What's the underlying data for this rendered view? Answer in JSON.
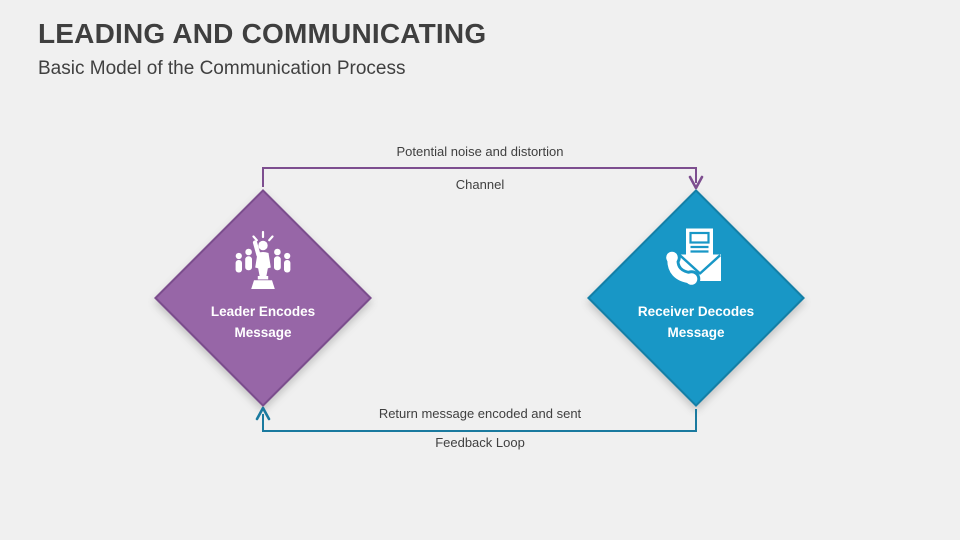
{
  "slide": {
    "title": "LEADING AND COMMUNICATING",
    "subtitle": "Basic Model of the Communication Process"
  },
  "diagram": {
    "nodes": [
      {
        "id": "leader",
        "label": "Leader Encodes Message",
        "icon": "leader-podium-icon"
      },
      {
        "id": "receiver",
        "label": "Receiver Decodes Message",
        "icon": "phone-envelope-icon"
      }
    ],
    "connectors": [
      {
        "id": "channel",
        "from": "leader",
        "to": "receiver",
        "label_above": "Potential noise and distortion",
        "label_below": "Channel"
      },
      {
        "id": "feedback-loop",
        "from": "receiver",
        "to": "leader",
        "label_above": "Return message encoded and sent",
        "label_below": "Feedback Loop"
      }
    ]
  },
  "colors": {
    "background": "#F0F0F0",
    "title-text": "#3F3F3F",
    "label-text": "#404040",
    "node-text": "#FFFFFF",
    "purple-fill": "#9766A7",
    "purple-border": "#7B4D8D",
    "purple-line": "#7D4E8F",
    "teal-fill": "#1897C6",
    "teal-border": "#147FA6",
    "teal-line": "#1A7A9F"
  }
}
